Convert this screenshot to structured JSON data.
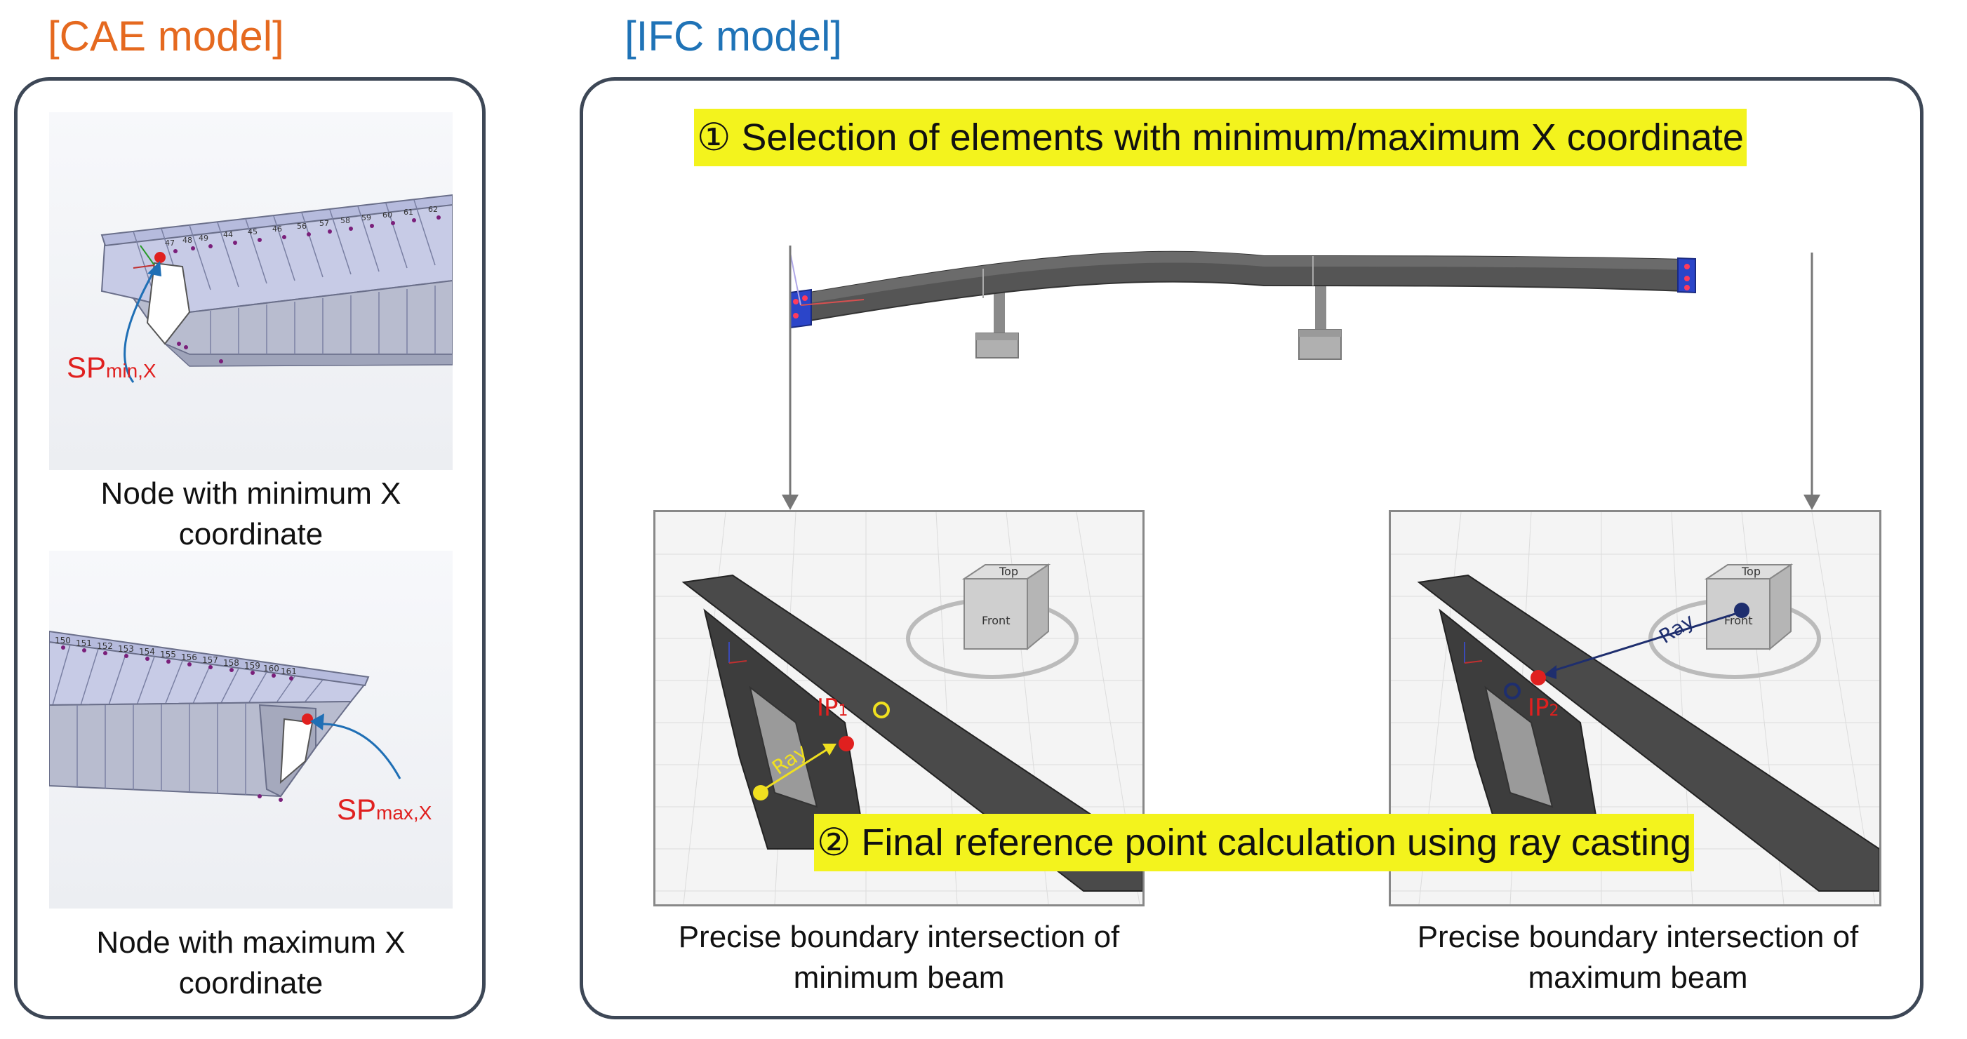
{
  "cae": {
    "title": "[CAE model]",
    "title_color": "#e5691f",
    "min_caption": "Node with minimum X coordinate",
    "max_caption": "Node with maximum X coordinate",
    "sp_min": {
      "main": "SP",
      "sub": "min,X"
    },
    "sp_max": {
      "main": "SP",
      "sub": "max,X"
    },
    "min_node_labels": [
      "47",
      "48",
      "49",
      "44",
      "45",
      "46",
      "56",
      "57",
      "58",
      "59",
      "60",
      "61",
      "62"
    ],
    "max_node_labels": [
      "150",
      "151",
      "152",
      "153",
      "154",
      "155",
      "156",
      "157",
      "158",
      "159",
      "160",
      "161"
    ]
  },
  "ifc": {
    "title": "[IFC model]",
    "title_color": "#1f73b7",
    "step1": "① Selection of elements with minimum/maximum X coordinate",
    "step2": "② Final reference point calculation using ray casting",
    "min_caption": "Precise boundary intersection of minimum beam",
    "max_caption": "Precise boundary intersection of maximum beam",
    "ray_label": "Ray",
    "ip1": {
      "main": "IP",
      "sub": "1"
    },
    "ip2": {
      "main": "IP",
      "sub": "2"
    },
    "view_cube": {
      "top": "Top",
      "front": "Front"
    }
  },
  "colors": {
    "highlight": "#f3f31d",
    "panel_border": "#3d4756",
    "sp_red": "#e0201f",
    "arrow_blue": "#1f6fb5",
    "ray_yellow": "#f0e020",
    "ray_navy": "#1e2e6e"
  }
}
